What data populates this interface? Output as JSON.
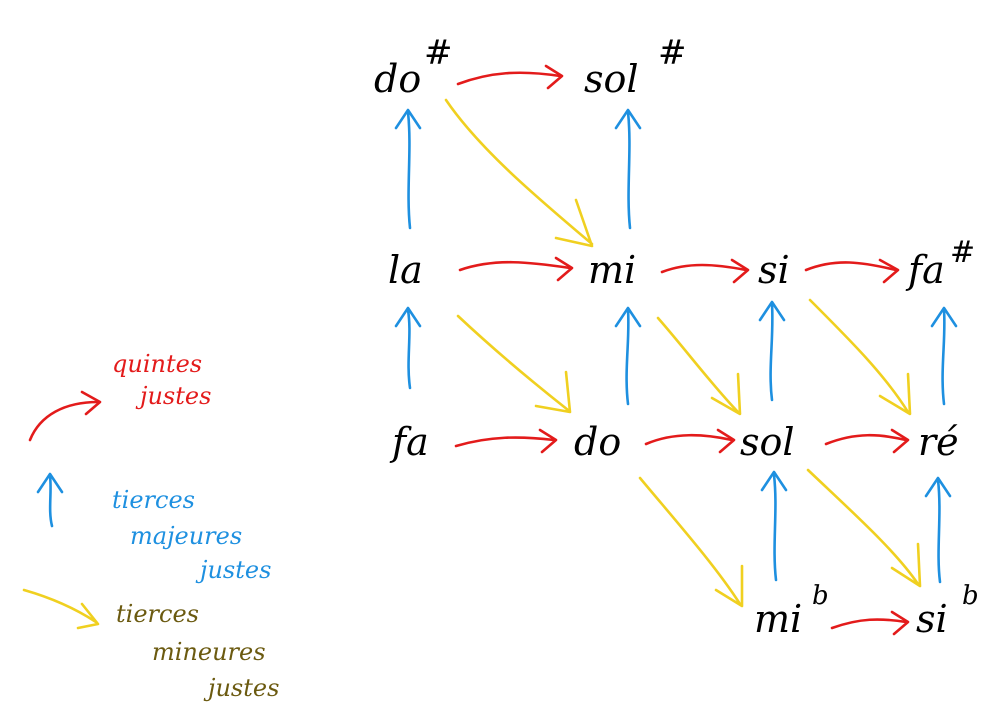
{
  "colors": {
    "fifth": "#e31b1b",
    "major_third": "#1e90e0",
    "minor_third": "#f0d020",
    "minor_third_text": "#6b5a10",
    "note": "#000000"
  },
  "notes": {
    "do_sharp": {
      "name": "do",
      "acc": "#"
    },
    "sol_sharp": {
      "name": "sol",
      "acc": "#"
    },
    "la": {
      "name": "la",
      "acc": ""
    },
    "mi": {
      "name": "mi",
      "acc": ""
    },
    "si": {
      "name": "si",
      "acc": ""
    },
    "fa_sharp": {
      "name": "fa",
      "acc": "#"
    },
    "fa": {
      "name": "fa",
      "acc": ""
    },
    "do": {
      "name": "do",
      "acc": ""
    },
    "sol": {
      "name": "sol",
      "acc": ""
    },
    "re": {
      "name": "ré",
      "acc": ""
    },
    "mi_flat": {
      "name": "mi",
      "acc": "b"
    },
    "si_flat": {
      "name": "si",
      "acc": "b"
    }
  },
  "legend": {
    "fifths": [
      "quintes",
      "justes"
    ],
    "major_thirds": [
      "tierces",
      "majeures",
      "justes"
    ],
    "minor_thirds": [
      "tierces",
      "mineures",
      "justes"
    ]
  }
}
